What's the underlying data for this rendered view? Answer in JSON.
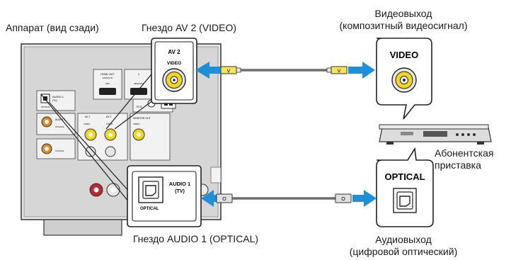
{
  "captions": {
    "unit_rear": "Аппарат (вид сзади)",
    "av2_jack": "Гнездо AV 2 (VIDEO)",
    "video_out_line1": "Видеовыход",
    "video_out_line2": "(композитный видеосигнал)",
    "settop_line1": "Абонентская",
    "settop_line2": "приставка",
    "audio1_jack": "Гнездо AUDIO 1 (OPTICAL)",
    "audio_out_line1": "Аудиовыход",
    "audio_out_line2": "(цифровой оптический)"
  },
  "panel": {
    "av2_title": "AV 2",
    "av2_sub": "VIDEO",
    "video_badge": "VIDEO",
    "audio1_title": "AUDIO 1",
    "audio1_sub": "(TV)",
    "optical_small": "OPTICAL",
    "optical_badge": "OPTICAL",
    "cable_video_plug": "V",
    "cable_optical_plug": "O"
  },
  "rear_labels": {
    "hdmi_out": "HDMI OUT",
    "hdmi_out_sub": "(HDCP2.2)",
    "arc": "ARC",
    "hdmi_1": "1",
    "bd_dvd": "(BD/DVD)",
    "audio1_tv": "AUDIO 1",
    "audio1_tv_sub": "(TV)",
    "optical": "OPTICAL",
    "coaxial": "COAXIAL",
    "audio_2": "AUDIO 2",
    "coaxial2": "COAXIAL",
    "av1": "AV 1",
    "av2": "AV 2",
    "video": "VIDEO",
    "video2": "VIDEO",
    "video3": "VIDEO",
    "monitor_out": "MONITOR OUT",
    "ohm75": "75 Ω"
  },
  "colors": {
    "arrow_blue": "#1f8fd6",
    "jack_yellow": "#f2d61c",
    "plug_yellow": "#f5e45a",
    "panel_gray": "#c9c9c9",
    "red_jack": "#c0272d"
  }
}
